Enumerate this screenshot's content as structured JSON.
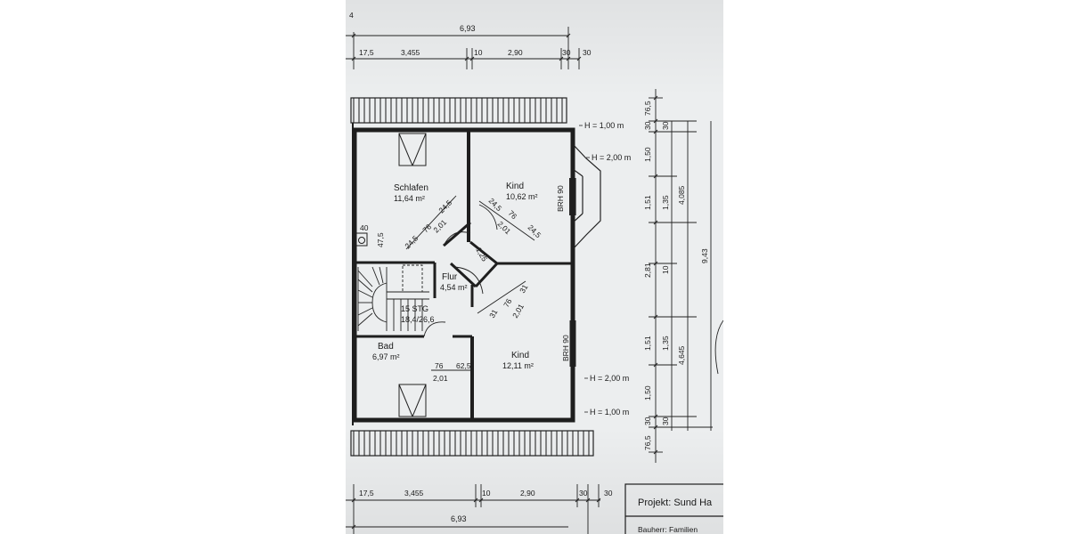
{
  "dims": {
    "total_top": "6,93",
    "top_segments": [
      "17,5",
      "3,455",
      "10",
      "2,90",
      "30",
      "30"
    ],
    "total_bottom": "6,93",
    "bottom_segments": [
      "17,5",
      "3,455",
      "10",
      "2,90",
      "30",
      "30"
    ],
    "corner_label": "4",
    "right_outer": [
      "76,5",
      "30",
      "1,50",
      "1,51",
      "2,81",
      "1,51",
      "1,50",
      "30",
      "76,5"
    ],
    "right_mid": [
      "30",
      "1,35",
      "10",
      "1,35",
      "30"
    ],
    "right_inner": [
      "4,085",
      "4,645"
    ],
    "right_total": "9,43"
  },
  "heights": {
    "h_top": "H = 1,00 m",
    "h_dormer_top": "H = 2,00 m",
    "h_dormer_bottom": "H = 2,00 m",
    "h_bottom": "H = 1,00 m"
  },
  "rooms": {
    "schlafen": {
      "name": "Schlafen",
      "area": "11,64 m²"
    },
    "kind_top": {
      "name": "Kind",
      "area": "10,62 m²",
      "brh": "BRH 90"
    },
    "flur": {
      "name": "Flur",
      "area": "4,54 m²"
    },
    "stair": {
      "count": "15 STG",
      "ratio": "18,4/26,6"
    },
    "bad": {
      "name": "Bad",
      "area": "6,97 m²"
    },
    "kind_bottom": {
      "name": "Kind",
      "area": "12,11 m²",
      "brh": "BRH 90"
    }
  },
  "doors": {
    "schlafen": [
      "24,5",
      "76",
      "24,5",
      "2,01"
    ],
    "kind_top": [
      "24,5",
      "76",
      "24,5",
      "2,01"
    ],
    "flur": "1,25",
    "kind_bottom": [
      "31",
      "76",
      "31",
      "2,01"
    ],
    "bad": [
      "76",
      "62,5",
      "2,01"
    ],
    "small": [
      "40",
      "47,5"
    ]
  },
  "title_block": {
    "project": "Projekt:  Sund Ha",
    "line2": "Bauherr: Familien"
  }
}
